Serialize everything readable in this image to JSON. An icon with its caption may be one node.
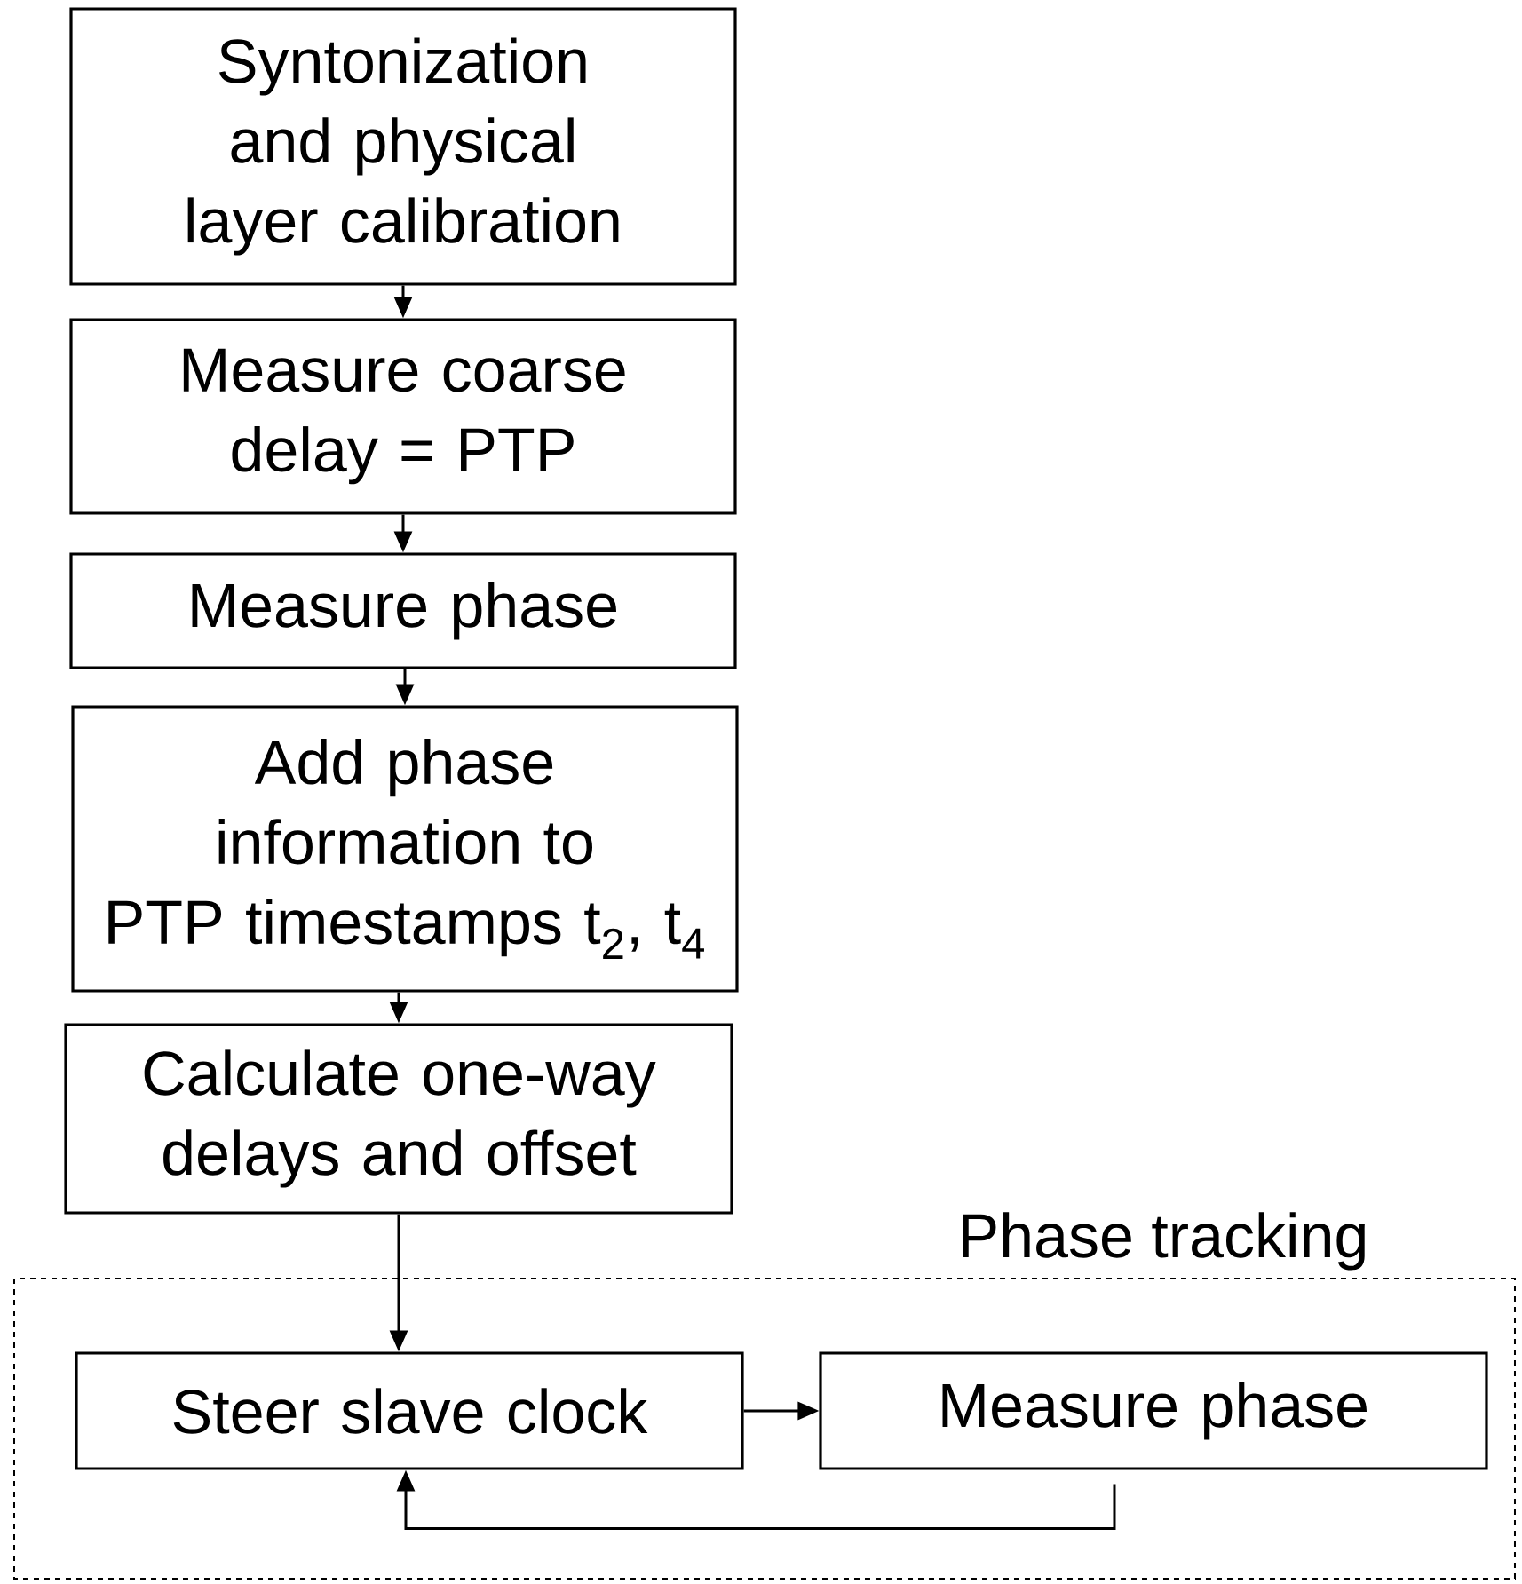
{
  "diagram": {
    "nodes": [
      {
        "text": [
          "Syntonization and physical layer calibration"
        ]
      },
      {
        "text": [
          "Measure coarse delay = PTP"
        ]
      },
      {
        "text": [
          "Measure phase"
        ]
      },
      {
        "text": [
          "Add phase information to PTP timestamps t$_{2}$, t$_{4}$"
        ]
      },
      {
        "text": [
          "Calculate one-way delays and offset"
        ]
      },
      {
        "text": [
          "Phase tracking"
        ]
      },
      {
        "text": [
          "Steer slave clock"
        ],
        "in": 5
      },
      {
        "text": [
          "Measure phase"
        ],
        "in": 5
      }
    ],
    "edges": [
      {
        "from": 0,
        "to": 1,
        "arrow": "to"
      },
      {
        "from": 1,
        "to": 2,
        "arrow": "to"
      },
      {
        "from": 2,
        "to": 3,
        "arrow": "to"
      },
      {
        "from": 3,
        "to": 4,
        "arrow": "to"
      },
      {
        "from": 4,
        "to": 6,
        "arrow": "to"
      },
      {
        "from": 6,
        "to": 7,
        "arrow": "to"
      },
      {
        "from": 7,
        "to": 6,
        "arrow": "to"
      }
    ]
  }
}
